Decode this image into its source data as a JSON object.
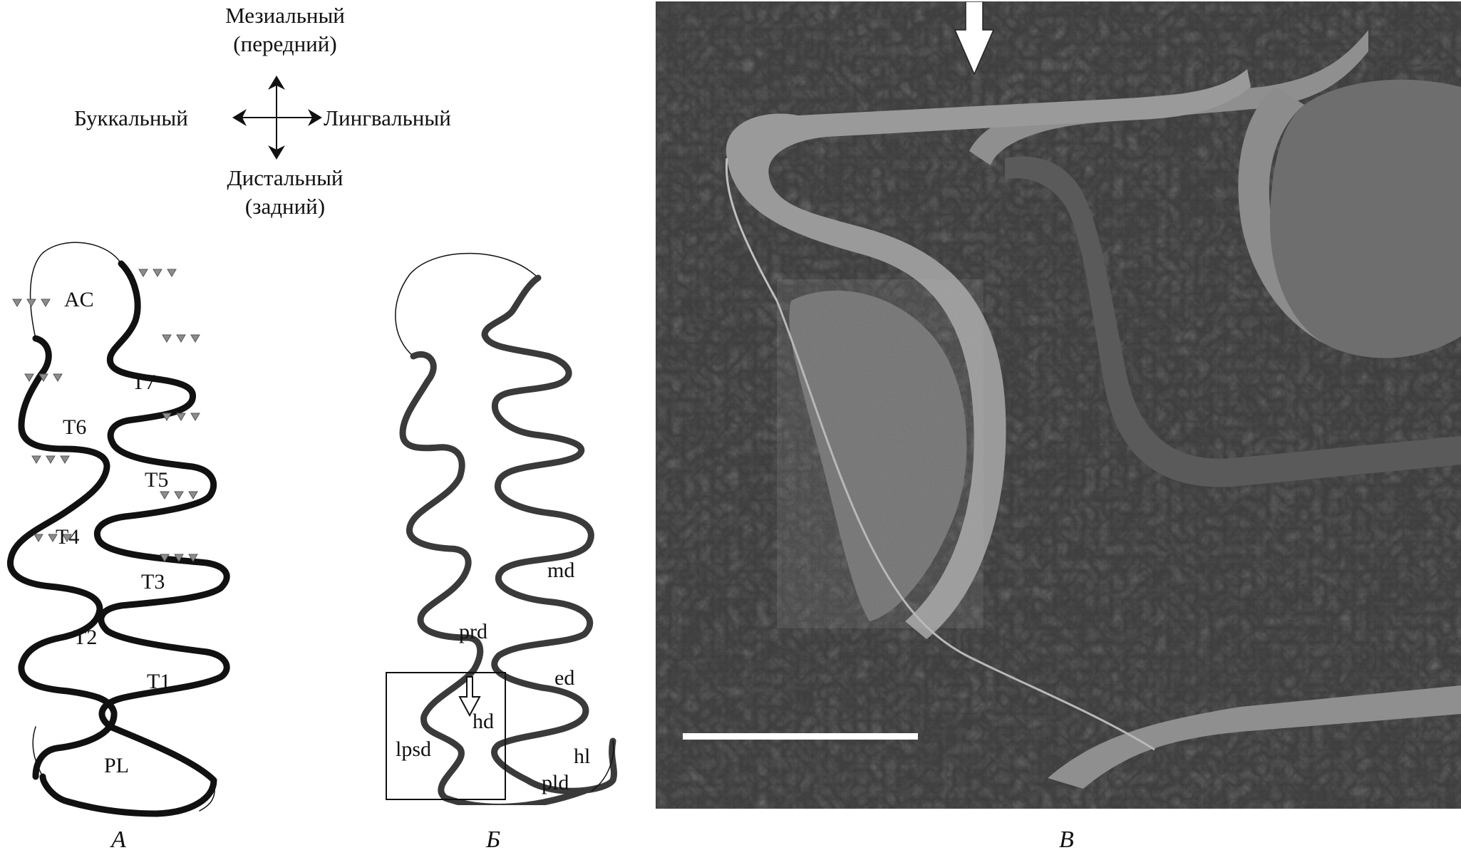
{
  "orientation": {
    "top_line1": "Мезиальный",
    "top_line2": "(передний)",
    "left": "Буккальный",
    "right": "Лингвальный",
    "bottom_line1": "Дистальный",
    "bottom_line2": "(задний)"
  },
  "panel_a": {
    "caption": "А",
    "labels": {
      "ac": "AC",
      "t7": "T7",
      "t6": "T6",
      "t5": "T5",
      "t4": "T4",
      "t3": "T3",
      "t2": "T2",
      "t1": "T1",
      "pl": "PL"
    }
  },
  "panel_b": {
    "caption": "Б",
    "labels": {
      "md": "md",
      "prd": "prd",
      "ed": "ed",
      "hd": "hd",
      "lpsd": "lpsd",
      "hl": "hl",
      "pld": "pld"
    }
  },
  "panel_c": {
    "caption": "В"
  },
  "colors": {
    "enamel": "#111111",
    "triangle": "#8c8c8c",
    "sem_bg": "#3d3d3d",
    "sem_enamel": "#9a9a9a"
  }
}
